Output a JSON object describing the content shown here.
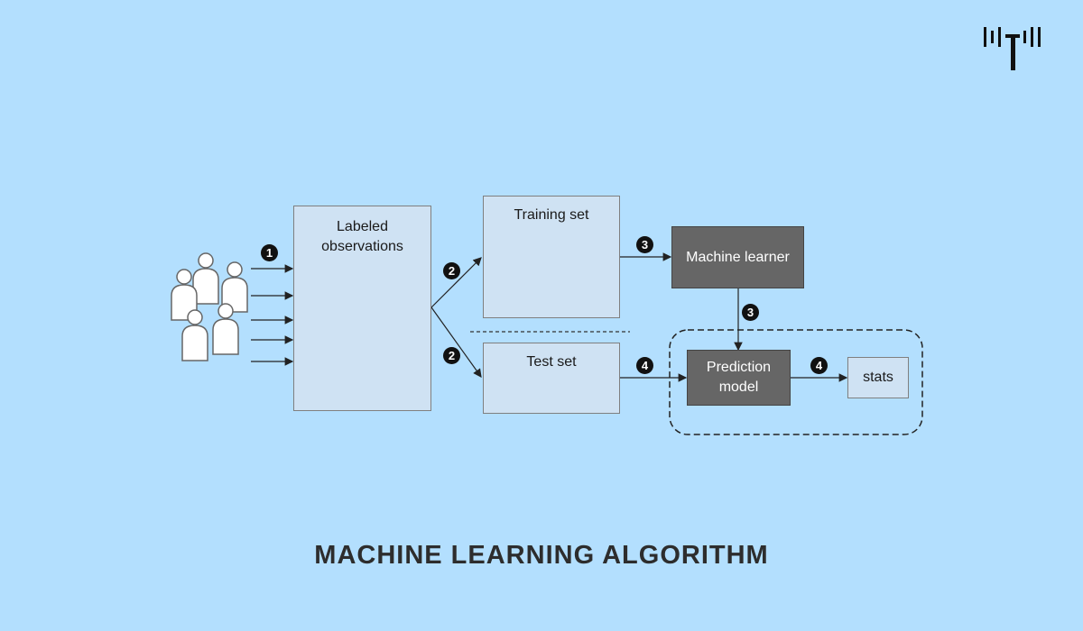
{
  "title": "MACHINE LEARNING ALGORITHM",
  "boxes": {
    "labeled_line1": "Labeled",
    "labeled_line2": "observations",
    "training": "Training set",
    "test": "Test set",
    "learner": "Machine learner",
    "prediction_line1": "Prediction",
    "prediction_line2": "model",
    "stats": "stats"
  },
  "steps": {
    "s1": "1",
    "s2a": "2",
    "s2b": "2",
    "s3a": "3",
    "s3b": "3",
    "s4a": "4",
    "s4b": "4"
  },
  "icons": {
    "logo": "brand-logo-icon",
    "people": "people-group-icon"
  },
  "colors": {
    "background": "#b3dffe",
    "box_light": "#cfe2f3",
    "box_dark": "#666666",
    "title": "#2d2d2d"
  }
}
